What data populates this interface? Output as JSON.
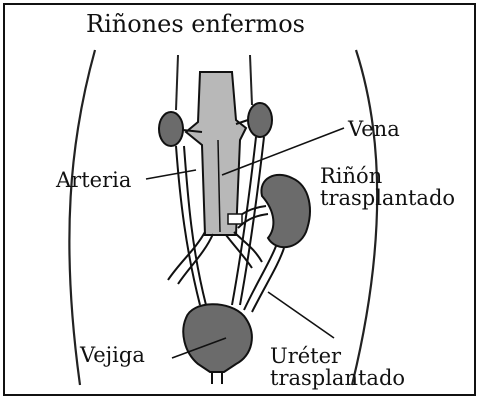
{
  "diagram": {
    "title": "Riñones enfermos",
    "labels": {
      "vena": "Vena",
      "arteria": "Arteria",
      "rinon_line1": "Riñón",
      "rinon_line2": "trasplantado",
      "vejiga": "Vejiga",
      "ureter_line1": "Uréter",
      "ureter_line2": "trasplantado"
    },
    "colors": {
      "organ": "#6b6b6b",
      "vessel": "#b8b8b8",
      "outline": "#111111",
      "background": "#ffffff"
    }
  }
}
